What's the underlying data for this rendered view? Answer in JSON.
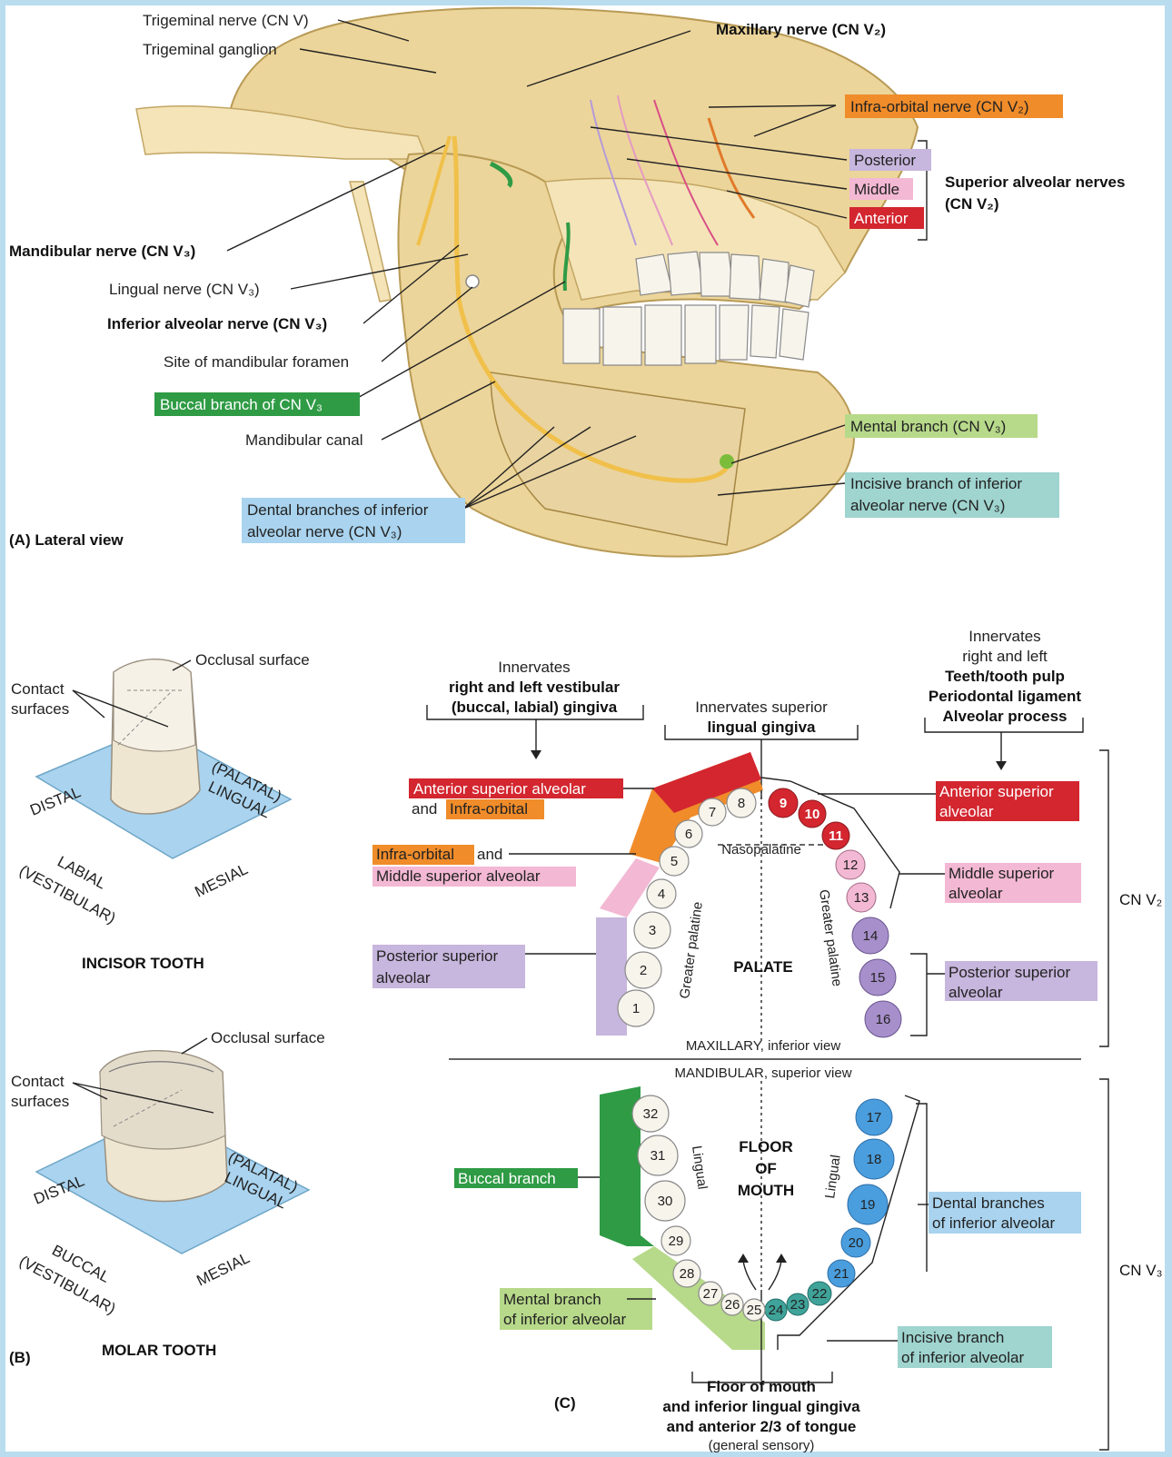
{
  "colors": {
    "frame": "#b9dcef",
    "orange": "#f08c2a",
    "purple": "#c7b6dd",
    "pink": "#f3b8d3",
    "red": "#d3262f",
    "green": "#2f9b45",
    "lightgreen": "#b7d98a",
    "blue": "#a9d3ee",
    "teal": "#9fd4cf",
    "yellow": "#f0d17a"
  },
  "panelA": {
    "trigeminal_nerve": "Trigeminal nerve (CN V)",
    "trigeminal_ganglion": "Trigeminal ganglion",
    "maxillary_nerve": "Maxillary nerve (CN V₂)",
    "infraorbital_nerve": "Infra-orbital nerve (CN V₂)",
    "posterior": "Posterior",
    "middle": "Middle",
    "anterior": "Anterior",
    "superior_alveolar_1": "Superior alveolar nerves",
    "superior_alveolar_2": "(CN V₂)",
    "mandibular_nerve": "Mandibular nerve (CN V₃)",
    "lingual_nerve": "Lingual nerve (CN V₃)",
    "inferior_alveolar": "Inferior alveolar nerve (CN V₃)",
    "mandibular_foramen": "Site of mandibular foramen",
    "buccal_branch": "Buccal branch of CN V₃",
    "mandibular_canal": "Mandibular canal",
    "mental_branch": "Mental branch (CN V₃)",
    "incisive_1": "Incisive branch of inferior",
    "incisive_2": "alveolar nerve (CN V₃)",
    "dental_1": "Dental branches of inferior",
    "dental_2": "alveolar nerve (CN V₃)",
    "caption": "(A) Lateral view"
  },
  "panelB": {
    "incisor": {
      "occlusal": "Occlusal surface",
      "contact_1": "Contact",
      "contact_2": "surfaces",
      "distal": "DISTAL",
      "palatal": "(PALATAL)",
      "lingual": "LINGUAL",
      "labial": "LABIAL",
      "vestibular": "(VESTIBULAR)",
      "mesial": "MESIAL",
      "title": "INCISOR TOOTH"
    },
    "molar": {
      "occlusal": "Occlusal surface",
      "contact_1": "Contact",
      "contact_2": "surfaces",
      "distal": "DISTAL",
      "palatal": "(PALATAL)",
      "lingual": "LINGUAL",
      "buccal": "BUCCAL",
      "vestibular": "(VESTIBULAR)",
      "mesial": "MESIAL",
      "title": "MOLAR TOOTH"
    },
    "caption": "(B)"
  },
  "panelC": {
    "vest_1": "Innervates",
    "vest_2": "right and left vestibular",
    "vest_3": "(buccal, labial) gingiva",
    "sup_1": "Innervates superior",
    "sup_2": "lingual gingiva",
    "teeth_1": "Innervates",
    "teeth_2": "right and left",
    "teeth_3": "Teeth/tooth pulp",
    "teeth_4": "Periodontal ligament",
    "teeth_5": "Alveolar process",
    "ant_sup_alv": "Anterior superior alveolar",
    "and_1": "and",
    "infra_orbital": "Infra-orbital",
    "infra_orbital2": "Infra-orbital",
    "and_2": "and",
    "middle_sup_alv": "Middle superior alveolar",
    "post_sup_alv_1": "Posterior superior",
    "post_sup_alv_2": "alveolar",
    "r_ant_sup_1": "Anterior superior",
    "r_ant_sup_2": "alveolar",
    "r_mid_sup_1": "Middle superior",
    "r_mid_sup_2": "alveolar",
    "r_post_sup_1": "Posterior superior",
    "r_post_sup_2": "alveolar",
    "nasopalatine": "Nasopalatine",
    "greater_palatine": "Greater palatine",
    "palate": "PALATE",
    "maxillary_view": "MAXILLARY, inferior view",
    "mandibular_view": "MANDIBULAR, superior view",
    "cn_v2": "CN V₂",
    "cn_v3": "CN V₃",
    "buccal_branch": "Buccal branch",
    "lingual": "Lingual",
    "floor_1": "FLOOR",
    "floor_2": "OF",
    "floor_3": "MOUTH",
    "dental_br_1": "Dental branches",
    "dental_br_2": "of inferior alveolar",
    "mental_br_1": "Mental branch",
    "mental_br_2": "of inferior alveolar",
    "incisive_br_1": "Incisive branch",
    "incisive_br_2": "of inferior alveolar",
    "floor_note_1": "Floor of mouth",
    "floor_note_2": "and inferior lingual gingiva",
    "floor_note_3": "and anterior 2/3 of tongue",
    "floor_note_4": "(general sensory)",
    "caption": "(C)",
    "teeth": [
      "1",
      "2",
      "3",
      "4",
      "5",
      "6",
      "7",
      "8",
      "9",
      "10",
      "11",
      "12",
      "13",
      "14",
      "15",
      "16",
      "17",
      "18",
      "19",
      "20",
      "21",
      "22",
      "23",
      "24",
      "25",
      "26",
      "27",
      "28",
      "29",
      "30",
      "31",
      "32"
    ]
  }
}
